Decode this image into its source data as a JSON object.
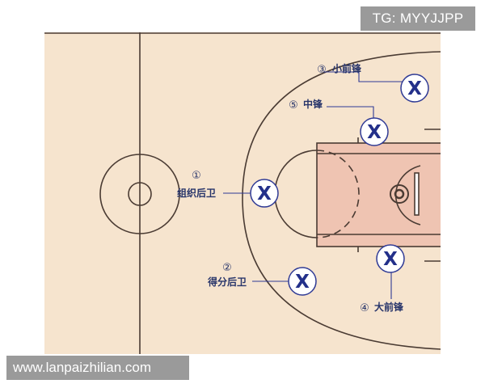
{
  "watermark_top": "TG: MYYJJPP",
  "watermark_bottom": "www.lanpaizhilian.com",
  "colors": {
    "court_floor": "#f6e4ce",
    "paint_fill": "#efc4b2",
    "court_line": "#4a3b33",
    "marker_ring": "#2f3a95",
    "marker_x": "#23308a",
    "label_text": "#27346a",
    "watermark_bg": "#9a9a9a"
  },
  "marker_symbol": "X",
  "positions": [
    {
      "id": "point-guard",
      "number": "①",
      "label": "组织后卫"
    },
    {
      "id": "shooting-guard",
      "number": "②",
      "label": "得分后卫"
    },
    {
      "id": "small-forward",
      "number": "③",
      "label": "小前锋"
    },
    {
      "id": "power-forward",
      "number": "④",
      "label": "大前锋"
    },
    {
      "id": "center",
      "number": "⑤",
      "label": "中锋"
    }
  ]
}
